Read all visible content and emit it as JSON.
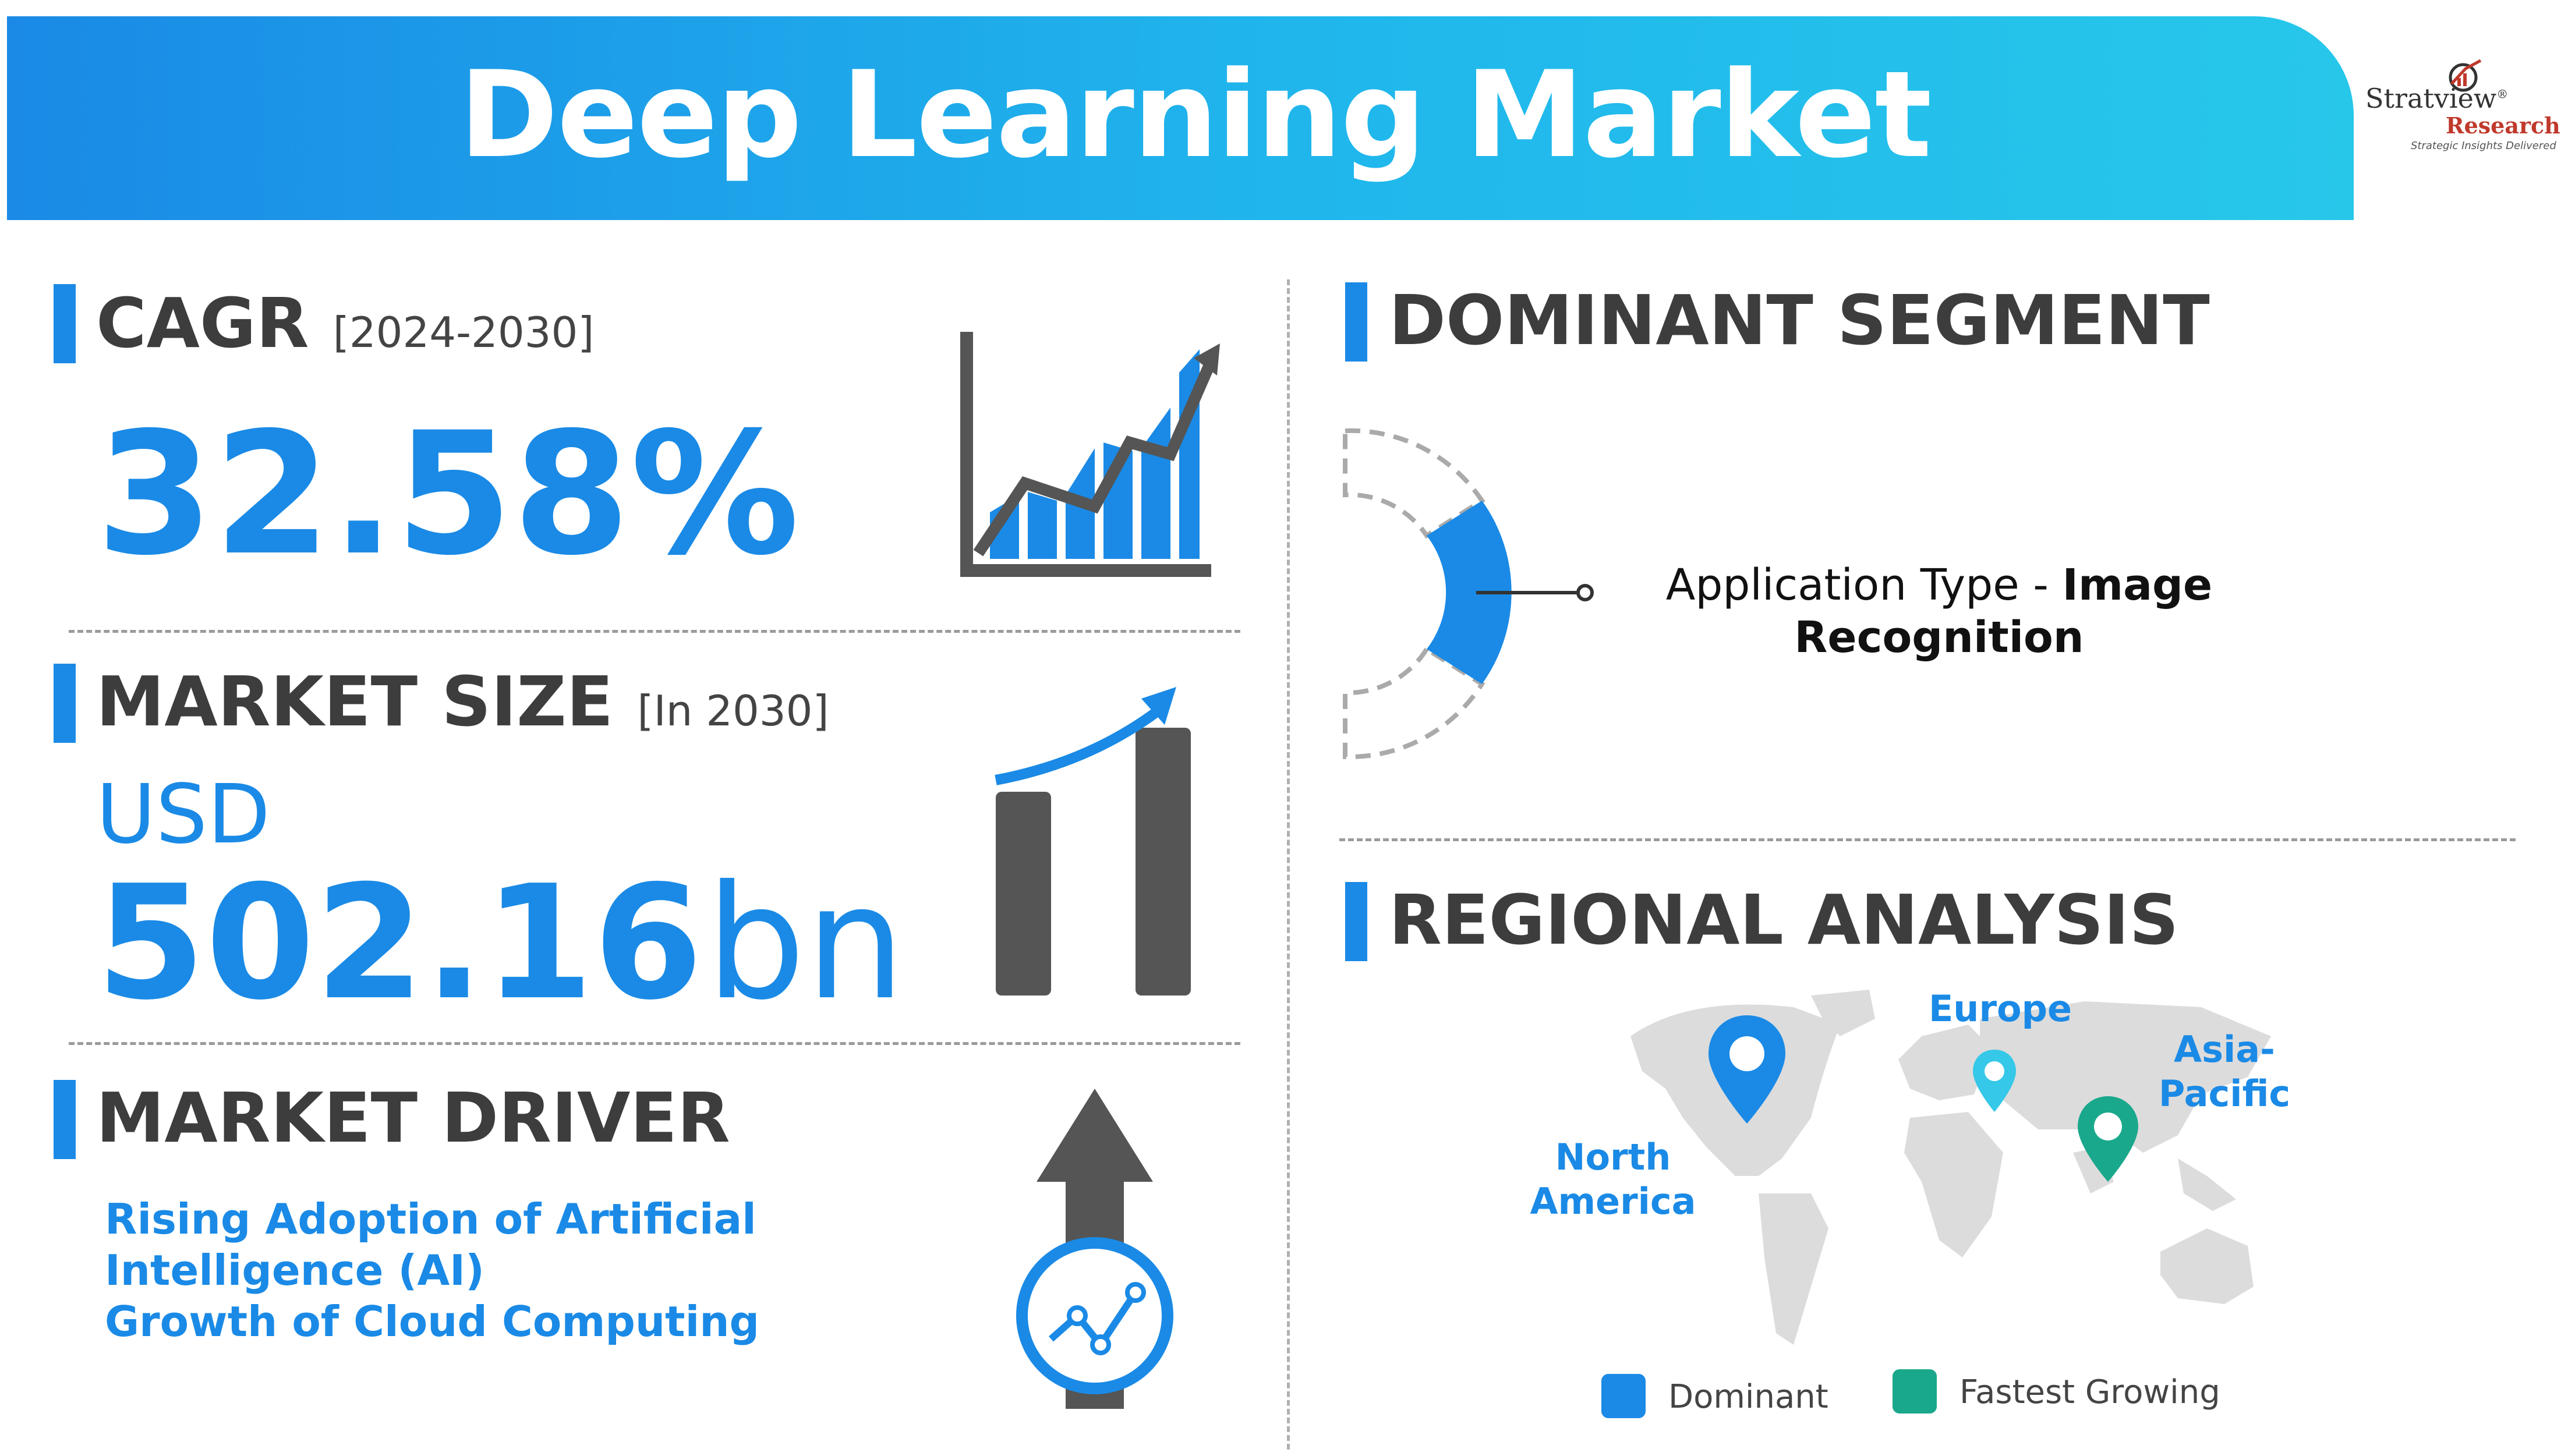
{
  "header": {
    "title": "Deep Learning Market"
  },
  "logo": {
    "name": "Stratview",
    "registered": "®",
    "research": "Research",
    "tagline": "Strategic Insights Delivered"
  },
  "cagr": {
    "heading": "CAGR",
    "period": "[2024-2030]",
    "value": "32.58%"
  },
  "market_size": {
    "heading": "MARKET SIZE",
    "year": "[In 2030]",
    "currency": "USD",
    "value": "502.16",
    "unit": "bn"
  },
  "market_driver": {
    "heading": "MARKET DRIVER",
    "items": [
      "Rising Adoption of Artificial",
      "Intelligence (AI)",
      "Growth of Cloud Computing"
    ]
  },
  "dominant_segment": {
    "heading": "DOMINANT SEGMENT",
    "label_prefix": "Application Type - ",
    "label_bold_1": "Image",
    "label_bold_2": "Recognition"
  },
  "regional_analysis": {
    "heading": "REGIONAL ANALYSIS",
    "regions": {
      "north_america": [
        "North",
        "America"
      ],
      "europe": "Europe",
      "asia_pacific": [
        "Asia-",
        "Pacific"
      ]
    },
    "legend": [
      {
        "label": "Dominant",
        "color": "#1a8ae6"
      },
      {
        "label": "Fastest Growing",
        "color": "#1aa88c"
      }
    ]
  },
  "colors": {
    "accent": "#1a8ae6",
    "dark": "#555555",
    "teal": "#1aa88c",
    "light_blue": "#35c8e8"
  },
  "icons": [
    "growth-chart-icon",
    "bar-growth-icon",
    "up-arrow-icon",
    "donut-segment-icon",
    "world-map-icon",
    "location-pin-icon"
  ]
}
